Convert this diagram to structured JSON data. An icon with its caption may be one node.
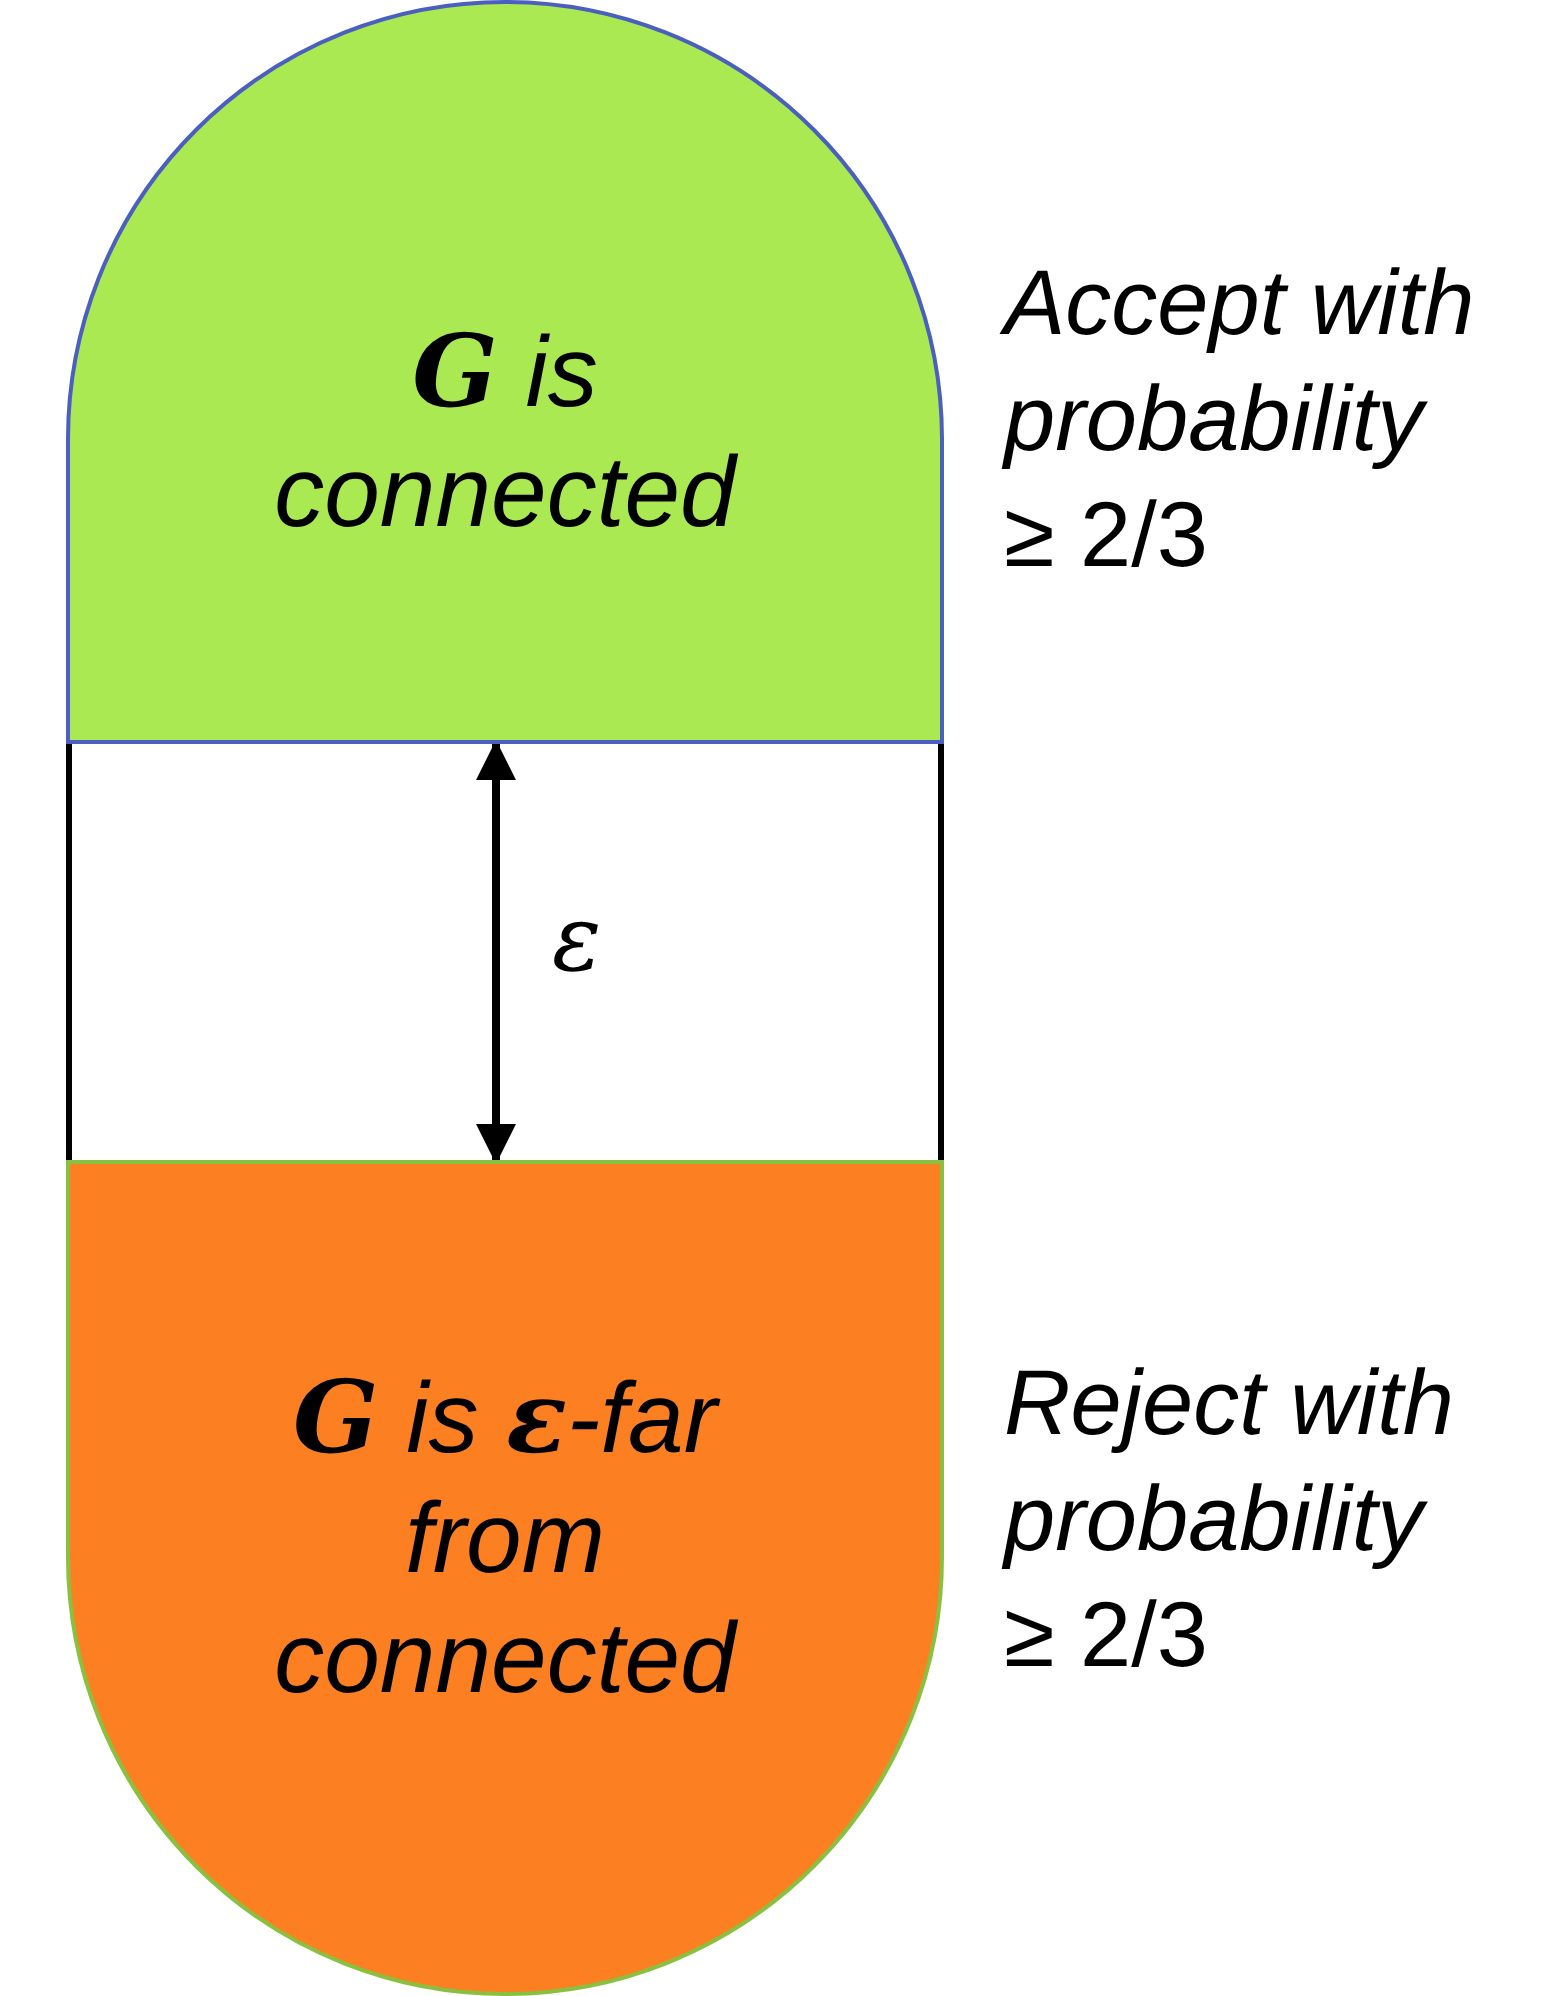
{
  "diagram": {
    "nodes": [
      {
        "text": [
          "**G** is connected"
        ],
        "beside": [
          "*Accept with probability* ≥ 2/3"
        ]
      },
      {
        "text": [
          "**G** is **ε**-far from connected"
        ],
        "beside": [
          "*Reject with probability* ≥ 2/3"
        ]
      }
    ],
    "edges": [
      {
        "from": 0,
        "to": 1,
        "arrow": "both",
        "label": "ε"
      }
    ]
  }
}
